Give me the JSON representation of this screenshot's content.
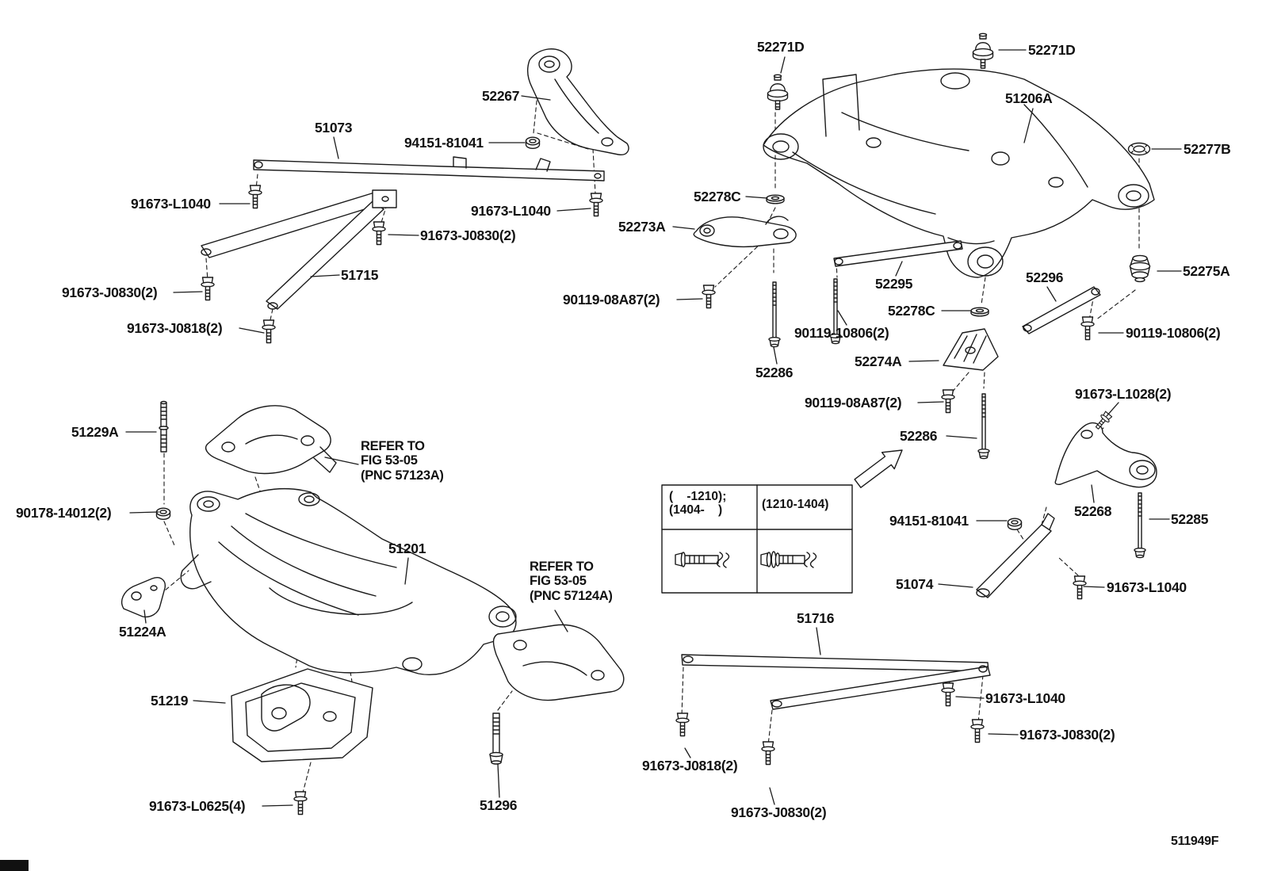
{
  "colors": {
    "background": "#ffffff",
    "line": "#1a1a1a",
    "text": "#111111"
  },
  "doc_code": "511949F",
  "labels": [
    {
      "part": "52271D",
      "text": "52271D"
    },
    {
      "part": "52271D",
      "text": "52271D"
    },
    {
      "part": "52267",
      "text": "52267"
    },
    {
      "part": "51206A",
      "text": "51206A"
    },
    {
      "part": "51073",
      "text": "51073"
    },
    {
      "part": "94151-81041",
      "text": "94151-81041"
    },
    {
      "part": "52277B",
      "text": "52277B"
    },
    {
      "part": "91673-L1040",
      "text": "91673-L1040"
    },
    {
      "part": "91673-L1040",
      "text": "91673-L1040"
    },
    {
      "part": "52278C",
      "text": "52278C"
    },
    {
      "part": "52273A",
      "text": "52273A"
    },
    {
      "part": "91673-J0830",
      "text": "91673-J0830(2)"
    },
    {
      "part": "51715",
      "text": "51715"
    },
    {
      "part": "52295",
      "text": "52295"
    },
    {
      "part": "52296",
      "text": "52296"
    },
    {
      "part": "52275A",
      "text": "52275A"
    },
    {
      "part": "91673-J0830",
      "text": "91673-J0830(2)"
    },
    {
      "part": "90119-08A87",
      "text": "90119-08A87(2)"
    },
    {
      "part": "52278C",
      "text": "52278C"
    },
    {
      "part": "91673-J0818",
      "text": "91673-J0818(2)"
    },
    {
      "part": "90119-10806",
      "text": "90119-10806(2)"
    },
    {
      "part": "90119-10806",
      "text": "90119-10806(2)"
    },
    {
      "part": "52286",
      "text": "52286"
    },
    {
      "part": "52274A",
      "text": "52274A"
    },
    {
      "part": "90119-08A87",
      "text": "90119-08A87(2)"
    },
    {
      "part": "91673-L1028",
      "text": "91673-L1028(2)"
    },
    {
      "part": "51229A",
      "text": "51229A"
    },
    {
      "part": "52286",
      "text": "52286"
    },
    {
      "part": "90178-14012",
      "text": "90178-14012(2)"
    },
    {
      "part": "52268",
      "text": "52268"
    },
    {
      "part": "52285",
      "text": "52285"
    },
    {
      "part": "94151-81041",
      "text": "94151-81041"
    },
    {
      "part": "51201",
      "text": "51201"
    },
    {
      "part": "51074",
      "text": "51074"
    },
    {
      "part": "91673-L1040",
      "text": "91673-L1040"
    },
    {
      "part": "51716",
      "text": "51716"
    },
    {
      "part": "51224A",
      "text": "51224A"
    },
    {
      "part": "51219",
      "text": "51219"
    },
    {
      "part": "91673-L1040",
      "text": "91673-L1040"
    },
    {
      "part": "91673-J0830",
      "text": "91673-J0830(2)"
    },
    {
      "part": "91673-J0818",
      "text": "91673-J0818(2)"
    },
    {
      "part": "91673-L0625",
      "text": "91673-L0625(4)"
    },
    {
      "part": "51296",
      "text": "51296"
    },
    {
      "part": "91673-J0830",
      "text": "91673-J0830(2)"
    }
  ],
  "notes": [
    {
      "text": "REFER TO\nFIG 53-05\n(PNC 57123A)"
    },
    {
      "text": "REFER TO\nFIG 53-05\n(PNC 57124A)"
    }
  ],
  "inset": {
    "left_cell": "(    -1210);\n(1404-    )",
    "right_cell": "(1210-1404)"
  }
}
